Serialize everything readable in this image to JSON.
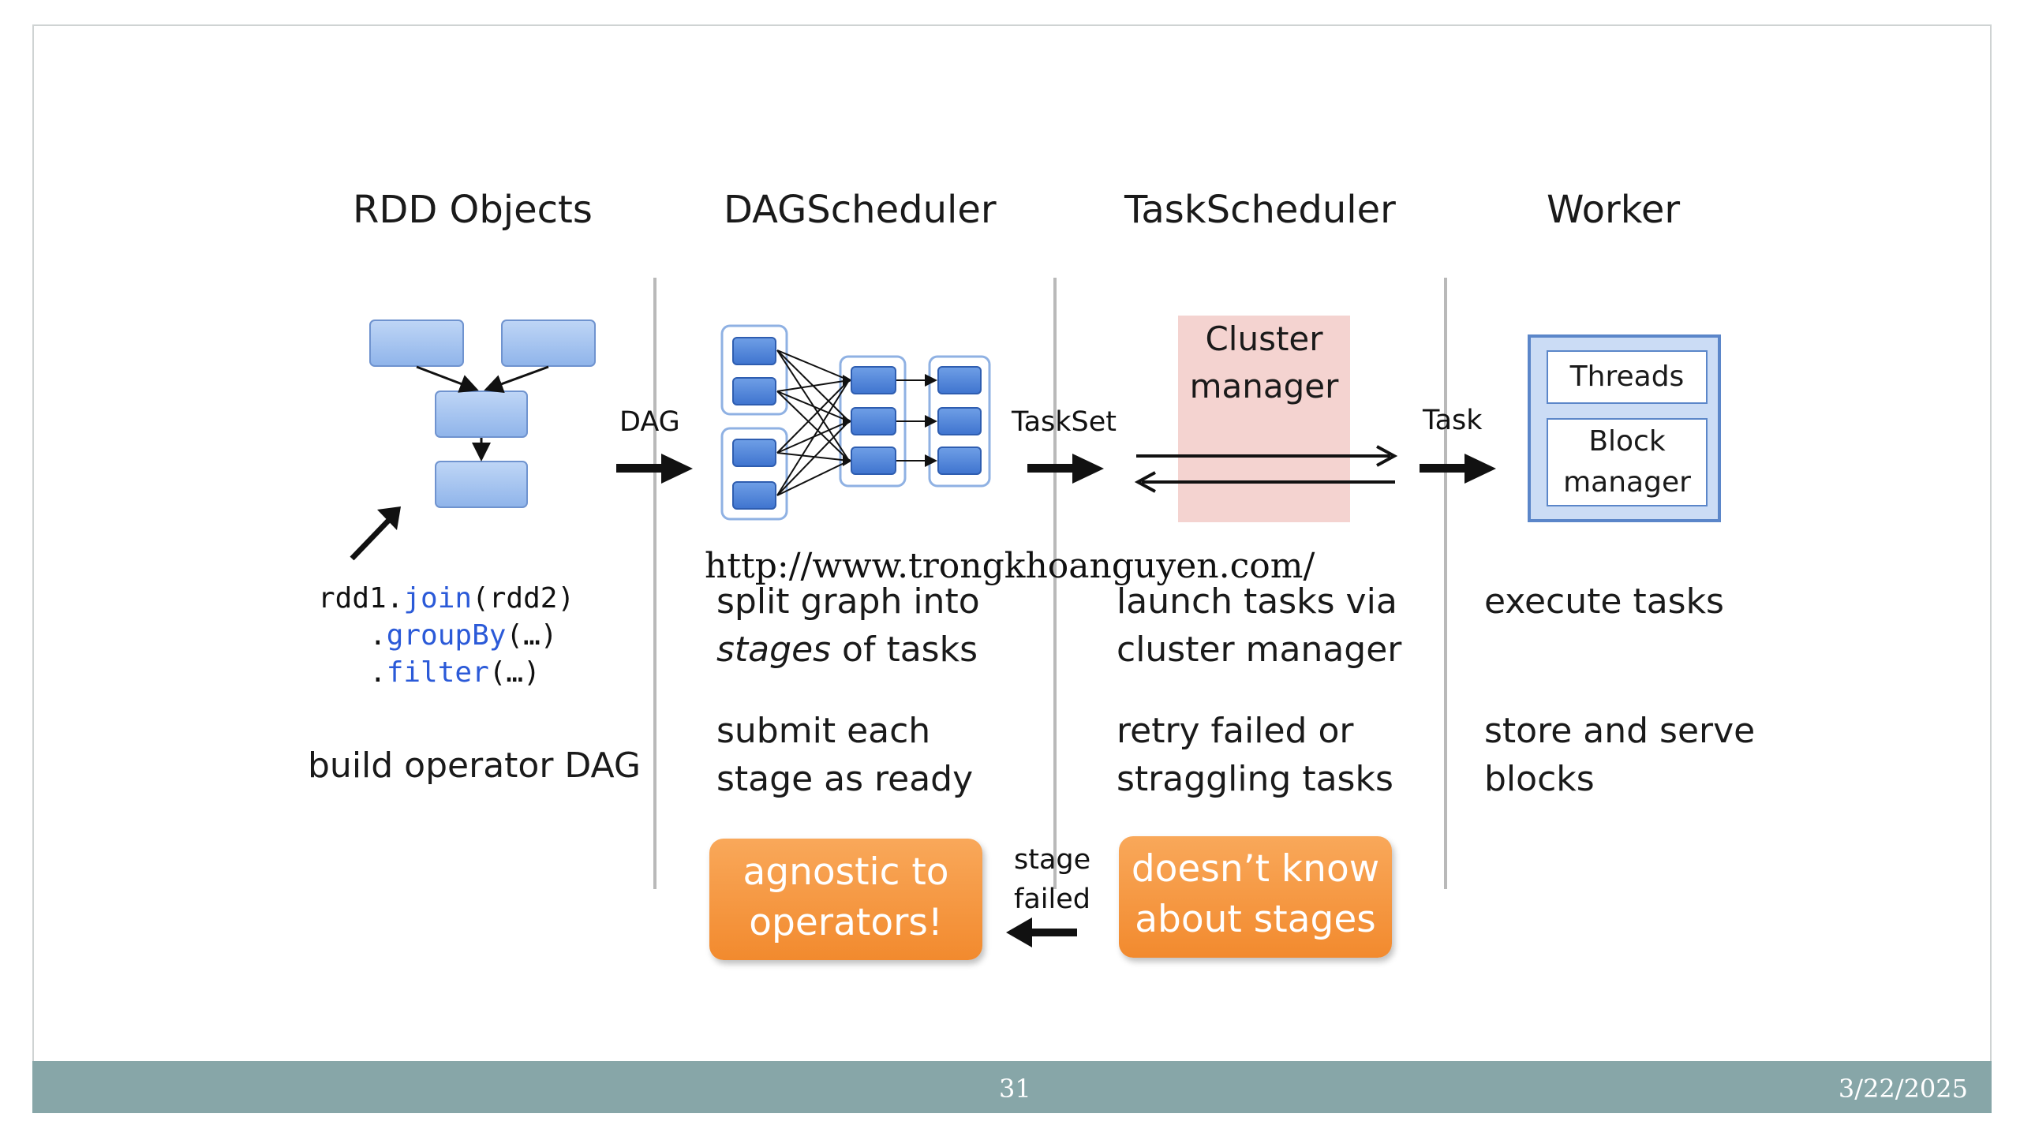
{
  "columns": {
    "rdd_title": "RDD Objects",
    "dag_title": "DAGScheduler",
    "task_title": "TaskScheduler",
    "worker_title": "Worker"
  },
  "arrows": {
    "dag": "DAG",
    "taskset": "TaskSet",
    "task": "Task",
    "stage_failed_1": "stage",
    "stage_failed_2": "failed"
  },
  "rdd": {
    "code_line1_pre": "rdd1.",
    "code_line1_kw": "join",
    "code_line1_post": "(rdd2)",
    "code_line2_pre": "   .",
    "code_line2_kw": "groupBy",
    "code_line2_post": "(…)",
    "code_line3_pre": "   .",
    "code_line3_kw": "filter",
    "code_line3_post": "(…)",
    "desc": "build operator DAG"
  },
  "dag": {
    "line1": "split graph into",
    "line2_em": "stages",
    "line2_rest": " of tasks",
    "line3": "submit each",
    "line4": "stage as ready",
    "badge_line1": "agnostic to",
    "badge_line2": "operators!"
  },
  "task": {
    "cluster_line1": "Cluster",
    "cluster_line2": "manager",
    "line1": "launch tasks via",
    "line2": "cluster manager",
    "line3": "retry failed or",
    "line4": "straggling tasks",
    "badge_line1": "doesn’t know",
    "badge_line2": "about stages"
  },
  "worker": {
    "threads": "Threads",
    "block_line1": "Block",
    "block_line2": "manager",
    "line1": "execute tasks",
    "line2": "store and serve",
    "line3": "blocks"
  },
  "watermark": "http://www.trongkhoanguyen.com/",
  "footer": {
    "page_number": "31",
    "date": "3/22/2025"
  },
  "colors": {
    "node_fill": "#9cc0ee",
    "node_border": "#5b86c9",
    "orange": "#f5912f",
    "footer": "#87a6a8",
    "cluster": "#f4d3d0",
    "code_keyword": "#2b5ad8"
  }
}
